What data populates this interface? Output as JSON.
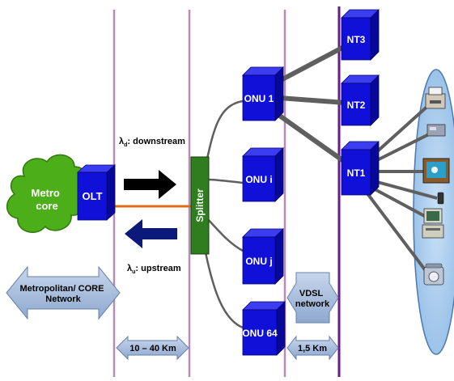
{
  "nodes": {
    "metro_core": "Metro\ncore",
    "olt": "OLT",
    "splitter": "Splitter",
    "onu_1": "ONU 1",
    "onu_i": "ONU i",
    "onu_j": "ONU j",
    "onu_64": "ONU 64",
    "nt1": "NT1",
    "nt2": "NT2",
    "nt3": "NT3"
  },
  "labels": {
    "downstream_symbol": "λ",
    "downstream_sub": "d",
    "downstream_text": ": downstream",
    "upstream_symbol": "λ",
    "upstream_sub": "u",
    "upstream_text": ": upstream"
  },
  "spans": {
    "metro_network": "Metropolitan/ CORE\nNetwork",
    "vdsl_network": "VDSL\nnetwork",
    "distance_pon": "10 – 40  Km",
    "distance_vdsl": "1,5 Km"
  },
  "colors": {
    "cube_front": "#1010d8",
    "cube_top": "#3c3cf0",
    "cube_side": "#07079a",
    "splitter": "#2e7d1e",
    "cloud": "#4caf1a",
    "fiber": "#e06a1a",
    "cable": "#606060",
    "divider_purple": "#b07ab0",
    "divider_dark": "#6a1a8a",
    "span_arrow": "#9fb6d8",
    "home_ellipse": "#a9cdee"
  },
  "devices": [
    "printer-icon",
    "fax-icon",
    "tv-icon",
    "phone-icon",
    "computer-icon",
    "telephone-icon"
  ]
}
